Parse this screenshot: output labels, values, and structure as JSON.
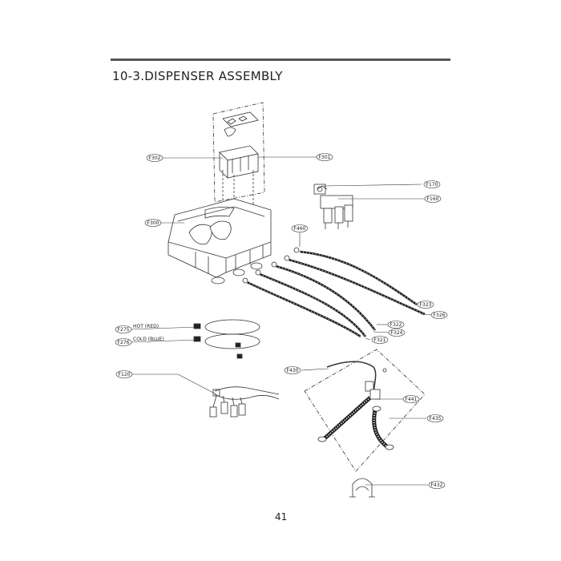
{
  "title": "10-3.DISPENSER ASSEMBLY",
  "page_number": "41",
  "callouts": {
    "F302": "F302",
    "F301": "F301",
    "F300": "F300",
    "F170": "F170",
    "F160": "F160",
    "F460": "F460",
    "F323": "F323",
    "F326": "F326",
    "F322": "F322",
    "F324": "F324",
    "F321": "F321",
    "F275": "F275",
    "F276": "F276",
    "F120": "F120",
    "F430": "F430",
    "F441": "F441",
    "F435": "F435",
    "F432": "F432"
  },
  "hose_labels": {
    "hot": "HOT (RED)",
    "cold": "COLD (BLUE)"
  }
}
